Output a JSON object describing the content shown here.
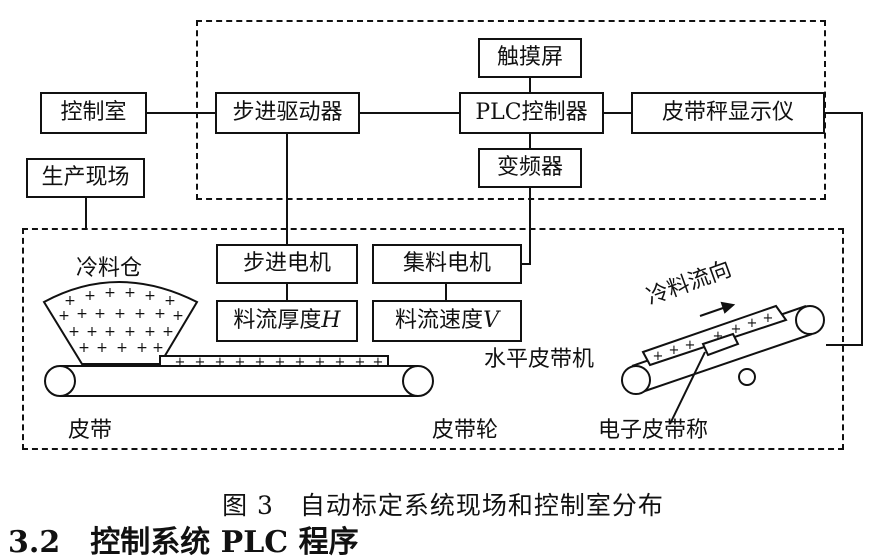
{
  "boxes": {
    "control_room": "控制室",
    "site": "生产现场",
    "stepper_driver": "步进驱动器",
    "plc": "PLC控制器",
    "touchscreen": "触摸屏",
    "inverter": "变频器",
    "scale_display": "皮带秤显示仪",
    "stepper_motor": "步进电机",
    "collect_motor": "集料电机",
    "thickness_prefix": "料流厚度",
    "thickness_var": "H",
    "speed_prefix": "料流速度",
    "speed_var": "V"
  },
  "labels": {
    "cold_bin": "冷料仓",
    "belt": "皮带",
    "pulley": "皮带轮",
    "horizontal_conveyor": "水平皮带机",
    "belt_scale": "电子皮带称",
    "flow_direction": "冷料流向"
  },
  "caption": "图 3　自动标定系统现场和控制室分布",
  "cut_off_heading": "3.2　控制系统 PLC 程序"
}
